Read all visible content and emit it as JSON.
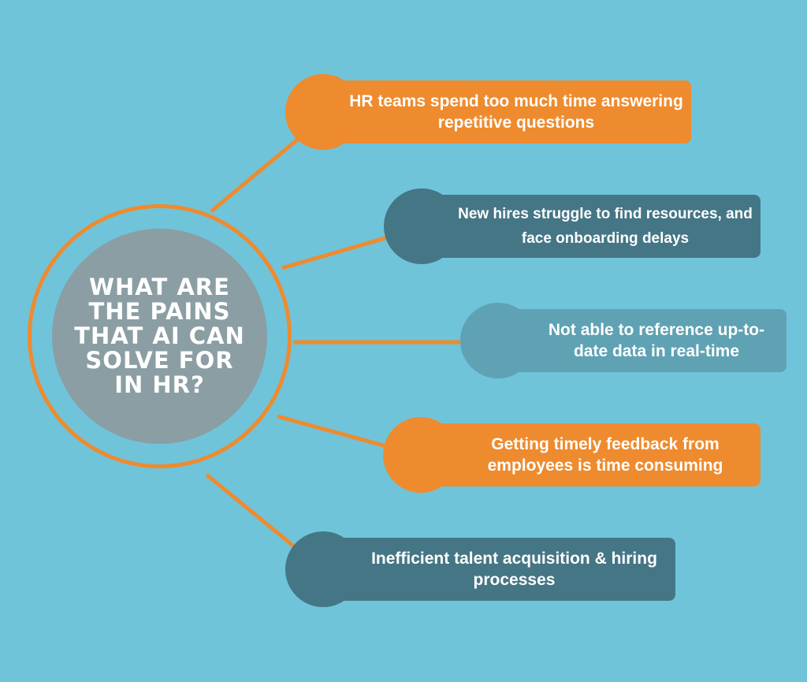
{
  "hub": {
    "title": "WHAT ARE THE PAINS THAT AI CAN SOLVE FOR IN HR?"
  },
  "pains": [
    {
      "text": "HR teams spend too much time answering repetitive questions",
      "color": "#ee8b2e"
    },
    {
      "text": "New hires struggle to find resources, and face onboarding delays",
      "color": "#457685"
    },
    {
      "text": "Not able to reference up-to-date data in real-time",
      "color": "#5fa2b4"
    },
    {
      "text": "Getting timely feedback from employees is time consuming",
      "color": "#ee8b2e"
    },
    {
      "text": "Inefficient talent acquisition & hiring processes",
      "color": "#457685"
    }
  ],
  "colors": {
    "background": "#6fc4da",
    "connector": "#ee8b2e",
    "hub_fill": "#8b9ea4"
  }
}
